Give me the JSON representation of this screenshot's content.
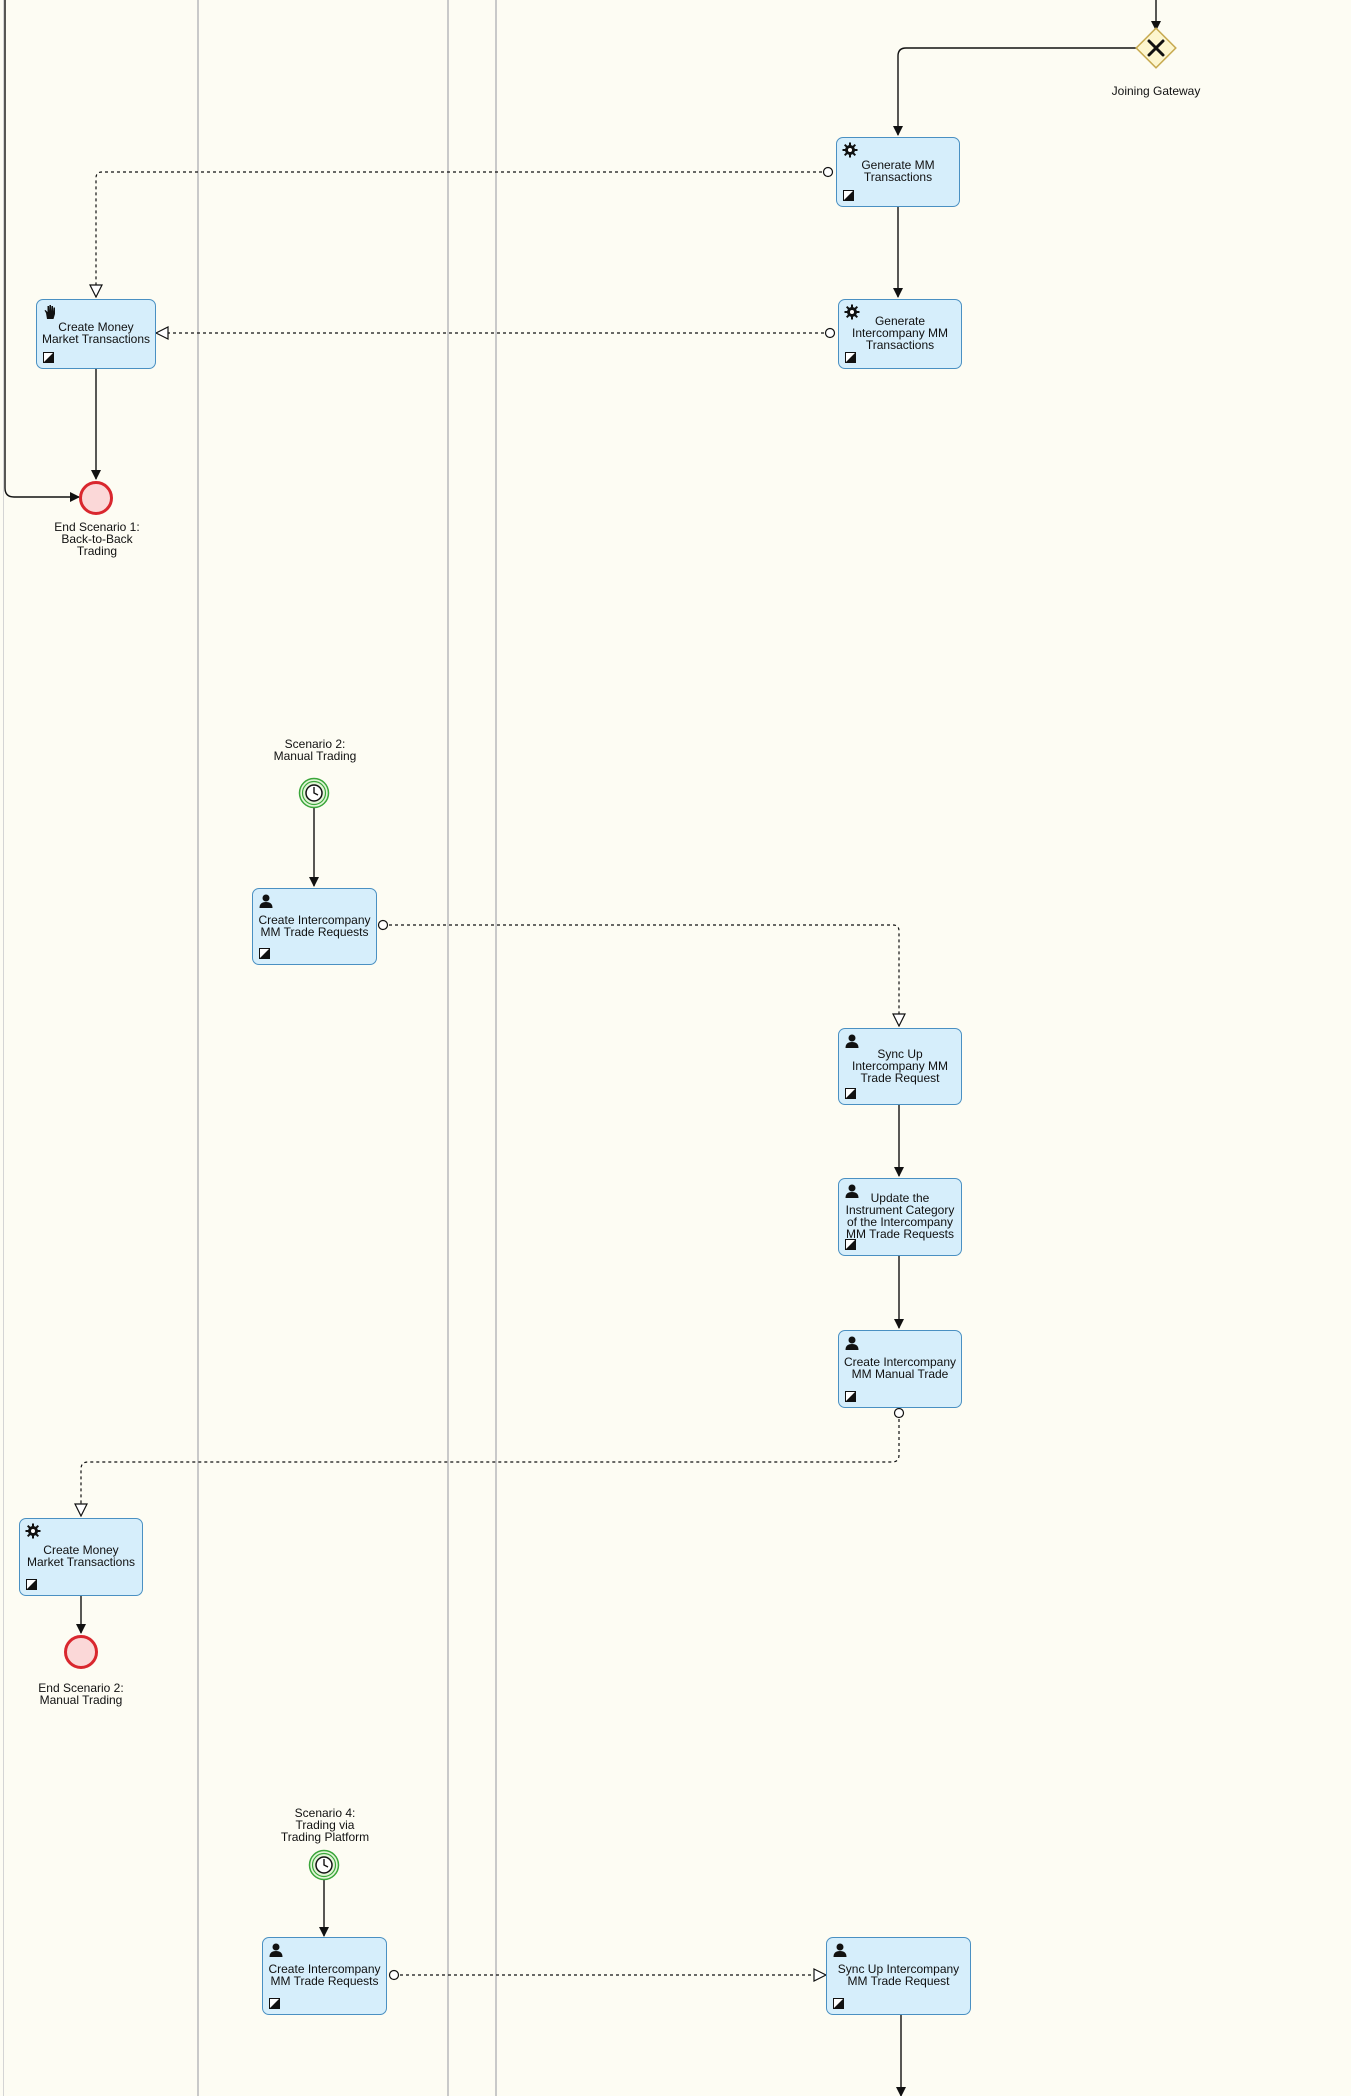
{
  "gateway": {
    "label": "Joining Gateway"
  },
  "tasks": {
    "generate_mm": "Generate MM\nTransactions",
    "generate_ic_mm": "Generate\nIntercompany MM\nTransactions",
    "create_mm_1": "Create Money\nMarket Transactions",
    "create_ic_req_2": "Create Intercompany\nMM Trade Requests",
    "sync_up_2": "Sync Up\nIntercompany MM\nTrade Request",
    "update_category": "Update the\nInstrument Category\nof the Intercompany\nMM Trade Requests",
    "create_ic_manual": "Create Intercompany\nMM Manual Trade",
    "create_mm_2": "Create Money\nMarket Transactions",
    "create_ic_req_4": "Create Intercompany\nMM Trade Requests",
    "sync_up_4": "Sync Up Intercompany\nMM Trade Request"
  },
  "events": {
    "end_1": "End Scenario 1:\nBack-to-Back\nTrading",
    "start_2": "Scenario 2:\nManual Trading",
    "end_2": "End Scenario 2:\nManual Trading",
    "start_4": "Scenario 4:\nTrading via\nTrading Platform"
  },
  "colors": {
    "task_fill": "#d6eefb",
    "task_border": "#4a90c2",
    "end_event": "#d9272e",
    "start_event": "#3aa63a",
    "gateway_fill": "#fdf6cf",
    "background": "#fdfcf3"
  }
}
